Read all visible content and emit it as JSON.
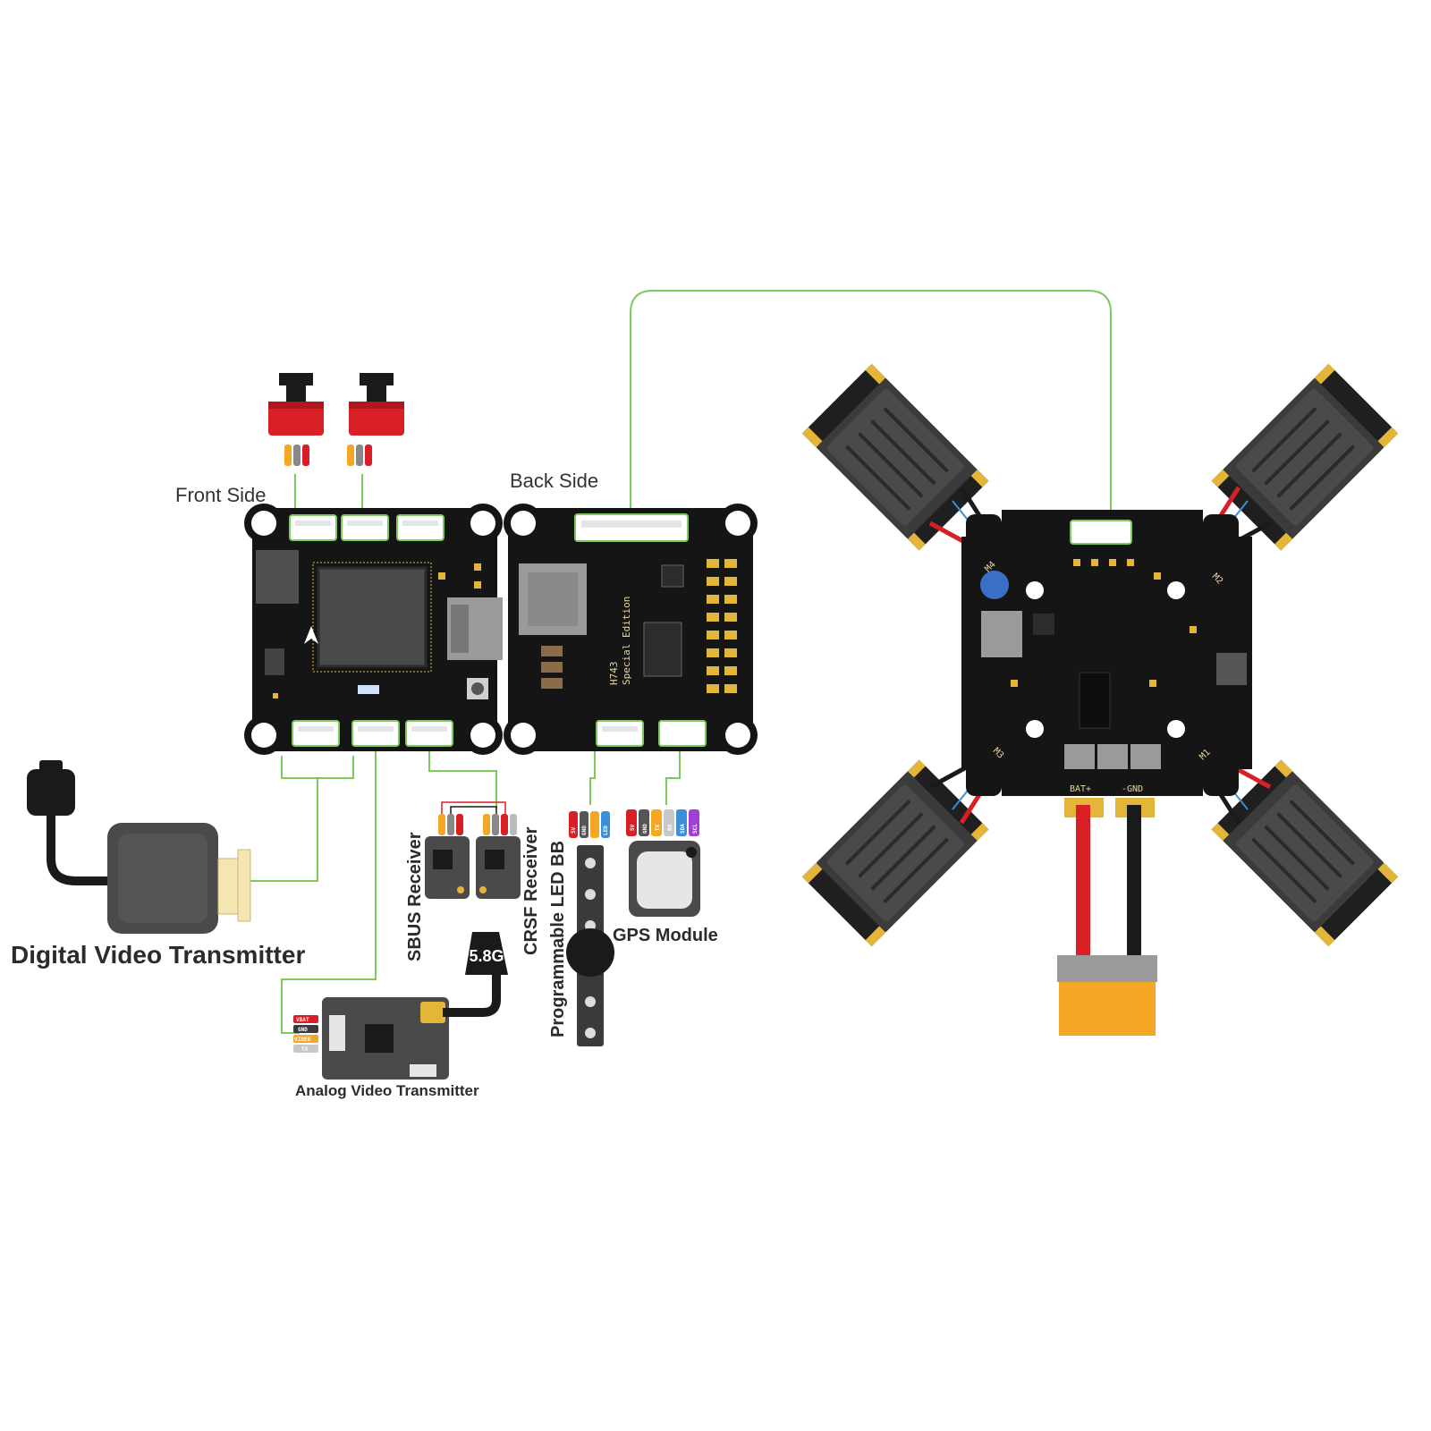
{
  "labels": {
    "front_side": "Front Side",
    "back_side": "Back Side",
    "digital_vtx": "Digital Video Transmitter",
    "analog_vtx": "Analog Video Transmitter",
    "sbus_receiver": "SBUS Receiver",
    "crsf_receiver": "CRSF Receiver",
    "led_bb": "Programmable LED BB",
    "gps_module": "GPS Module",
    "antenna_band": "5.8G"
  },
  "board_text": {
    "fc_name": "H743",
    "fc_edition": "Special Edition",
    "esc_bat_pos": "BAT+",
    "esc_gnd": "-GND",
    "motor_1": "M1",
    "motor_2": "M2",
    "motor_3": "M3",
    "motor_4": "M4"
  },
  "pin_labels": {
    "gps": [
      "5V",
      "GND",
      "TX",
      "RX",
      "SDA",
      "SCL"
    ],
    "led": [
      "5V",
      "GND",
      "LED"
    ],
    "vtx": [
      "VBAT",
      "GND",
      "VIDEO",
      "TX"
    ]
  },
  "colors": {
    "wire": "#7ccb5a",
    "pcb": "#151515",
    "pad": "#e3b63a",
    "connector": "#ffffff",
    "xt60": "#f5a623",
    "power_red": "#d81f26",
    "power_black": "#1a1a1a",
    "motor": "#3b3b3b"
  },
  "icons": [
    "camera-icon",
    "antenna-icon",
    "buzzer-icon",
    "xt60-connector-icon",
    "motor-icon"
  ]
}
